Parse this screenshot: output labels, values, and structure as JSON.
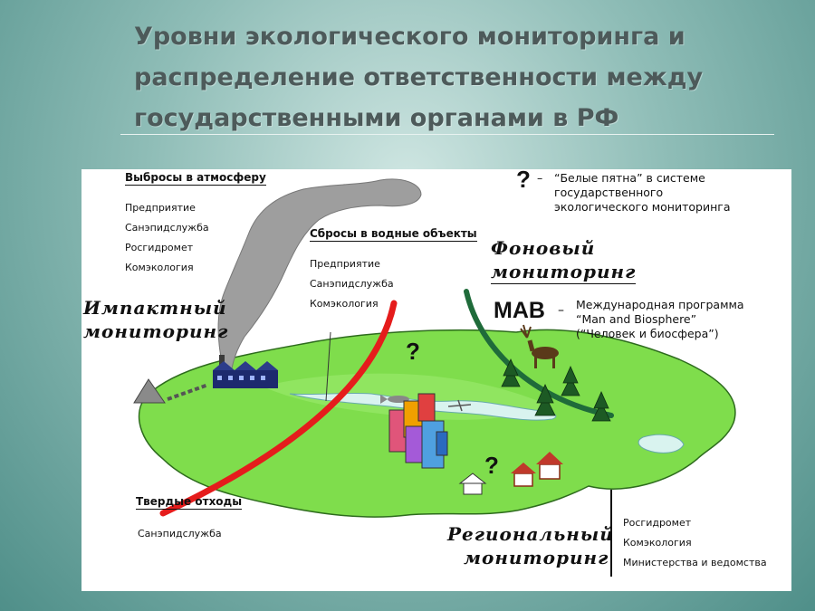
{
  "title": {
    "line1": "Уровни экологического мониторинга и",
    "line2": "распределение ответственности между",
    "line3": "государственными органами в РФ"
  },
  "colors": {
    "impact_curve": "#e51c1c",
    "background_curve": "#1f6b3a",
    "land": "#7fdd4c",
    "smoke": "#9e9e9e"
  },
  "emissions": {
    "heading": "Выбросы в атмосферу",
    "items": [
      "Предприятие",
      "Санэпидслужба",
      "Росгидромет",
      "Комэкология"
    ]
  },
  "discharges": {
    "heading": "Сбросы в водные объекты",
    "items": [
      "Предприятие",
      "Санэпидслужба",
      "Комэкология"
    ]
  },
  "solid_waste": {
    "heading": "Твердые отходы",
    "items": [
      "Санэпидслужба"
    ]
  },
  "impact_monitoring": {
    "line1": "Импактный",
    "line2": "мониторинг"
  },
  "background_monitoring": {
    "line1": "Фоновый",
    "line2": "мониторинг"
  },
  "regional_monitoring": {
    "line1": "Региональный",
    "line2": "мониторинг",
    "items": [
      "Росгидромет",
      "Комэкология",
      "Министерства и ведомства"
    ]
  },
  "white_spots": {
    "mark": "?",
    "dash": "–",
    "line1": "“Белые пятна” в системе",
    "line2": "государственного",
    "line3": "экологического мониторинга"
  },
  "mab": {
    "abbr": "MAB",
    "dash": "–",
    "line1": "Международная программа",
    "line2": "“Man and Biosphere”",
    "line3": "(“Человек и биосфера”)"
  },
  "question_mark": "?",
  "icons": [
    "factory-icon",
    "city-buildings-icon",
    "house-icon",
    "well-icon",
    "deer-icon",
    "fir-tree-icon",
    "fish-icon",
    "smoke-plume-icon",
    "waste-heap-icon"
  ]
}
